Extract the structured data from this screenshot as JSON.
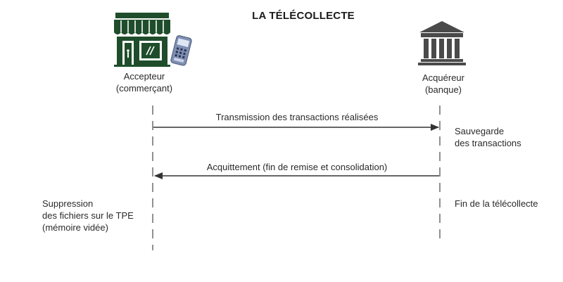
{
  "title": "LA TÉLÉCOLLECTE",
  "actors": {
    "acceptor": {
      "name": "Accepteur",
      "role": "(commerçant)",
      "icon": "shop-with-card-terminal-icon",
      "color": "#1f4d2b"
    },
    "acquirer": {
      "name": "Acquéreur",
      "role": "(banque)",
      "icon": "bank-building-icon",
      "color": "#4a4a4a"
    }
  },
  "messages": [
    {
      "label": "Transmission des transactions réalisées",
      "direction": "acceptor-to-acquirer"
    },
    {
      "label": "Acquittement (fin de remise et consolidation)",
      "direction": "acquirer-to-acceptor"
    }
  ],
  "notes": {
    "acquirer_save": [
      "Sauvegarde",
      "des transactions"
    ],
    "acquirer_end": [
      "Fin de la télécollecte"
    ],
    "acceptor_delete": [
      "Suppression",
      "des fichiers sur le TPE",
      "(mémoire vidée)"
    ]
  }
}
